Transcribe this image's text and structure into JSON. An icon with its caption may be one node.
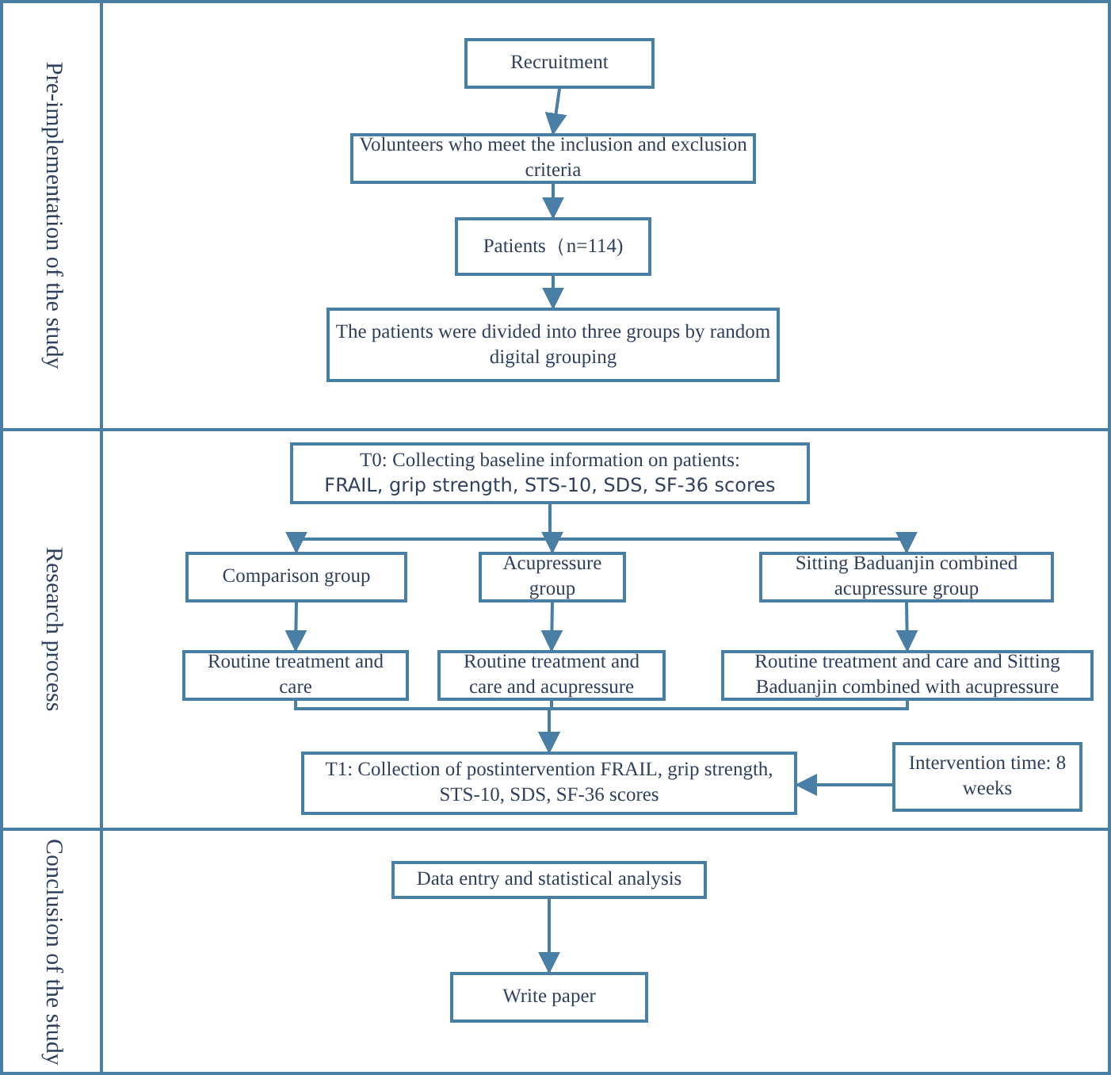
{
  "diagram": {
    "nodes": [
      {
        "text": [
          "Pre-implementation of the study"
        ]
      },
      {
        "text": [
          "Recruitment"
        ],
        "in": 0
      },
      {
        "text": [
          "Volunteers who meet the inclusion and exclusion criteria"
        ],
        "in": 0
      },
      {
        "text": [
          "Patients（n=114)"
        ],
        "in": 0
      },
      {
        "text": [
          "The patients were divided into three groups by random digital grouping"
        ],
        "in": 0
      },
      {
        "text": [
          "Research process"
        ]
      },
      {
        "text": [
          "T0: Collecting baseline information on patients:",
          "FRAIL, grip strength, STS-10, SDS, SF-36 scores"
        ],
        "in": 5
      },
      {
        "text": [
          "Comparison group"
        ],
        "in": 5
      },
      {
        "text": [
          "Acupressure group"
        ],
        "in": 5
      },
      {
        "text": [
          "Sitting Baduanjin combined acupressure  group"
        ],
        "in": 5
      },
      {
        "text": [
          "Routine treatment and care"
        ],
        "in": 5
      },
      {
        "text": [
          "Routine treatment and care and acupressure"
        ],
        "in": 5
      },
      {
        "text": [
          "Routine treatment and care and Sitting Baduanjin combined with acupressure"
        ],
        "in": 5
      },
      {
        "text": [
          "T1: Collection of postintervention FRAIL, grip strength, STS-10, SDS, SF-36 scores"
        ],
        "in": 5
      },
      {
        "text": [
          "Intervention time: 8 weeks"
        ],
        "in": 5
      },
      {
        "text": [
          "Conclusion of the study"
        ]
      },
      {
        "text": [
          "Data entry and statistical analysis"
        ],
        "in": 15
      },
      {
        "text": [
          "Write paper"
        ],
        "in": 15
      }
    ],
    "edges": [
      {
        "from": 1,
        "to": 2,
        "arrow": "to"
      },
      {
        "from": 2,
        "to": 3,
        "arrow": "to"
      },
      {
        "from": 3,
        "to": 4,
        "arrow": "to"
      },
      {
        "from": 6,
        "to": 7,
        "arrow": "to"
      },
      {
        "from": 6,
        "to": 8,
        "arrow": "to"
      },
      {
        "from": 6,
        "to": 9,
        "arrow": "to"
      },
      {
        "from": 7,
        "to": 10,
        "arrow": "to"
      },
      {
        "from": 8,
        "to": 11,
        "arrow": "to"
      },
      {
        "from": 9,
        "to": 12,
        "arrow": "to"
      },
      {
        "from": 10,
        "to": 13,
        "arrow": "to"
      },
      {
        "from": 11,
        "to": 13,
        "arrow": "to"
      },
      {
        "from": 12,
        "to": 13,
        "arrow": "to"
      },
      {
        "from": 14,
        "to": 13,
        "arrow": "to"
      },
      {
        "from": 16,
        "to": 17,
        "arrow": "to"
      }
    ]
  }
}
